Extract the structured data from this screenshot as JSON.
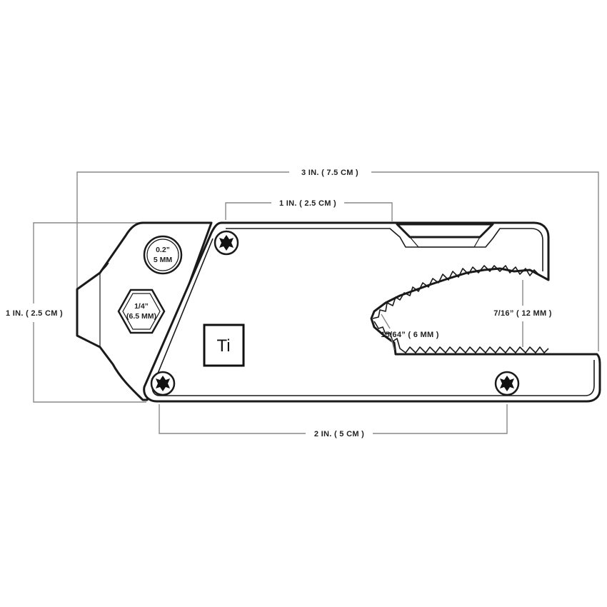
{
  "dimensions": {
    "overall_length": "3 IN. ( 7.5 CM )",
    "top_segment": "1 IN. ( 2.5 CM )",
    "height": "1 IN. ( 2.5 CM )",
    "bottom_span": "2 IN. ( 5 CM )",
    "jaw_depth": "7/16” ( 12 MM )",
    "jaw_small": "15/64” ( 6 MM )"
  },
  "wrench_labels": {
    "round_hole_line1": "0.2”",
    "round_hole_line2": "5 MM",
    "hex_hole_line1": "1/4”",
    "hex_hole_line2": "(6.5 MM)"
  },
  "material_badge": "Ti"
}
